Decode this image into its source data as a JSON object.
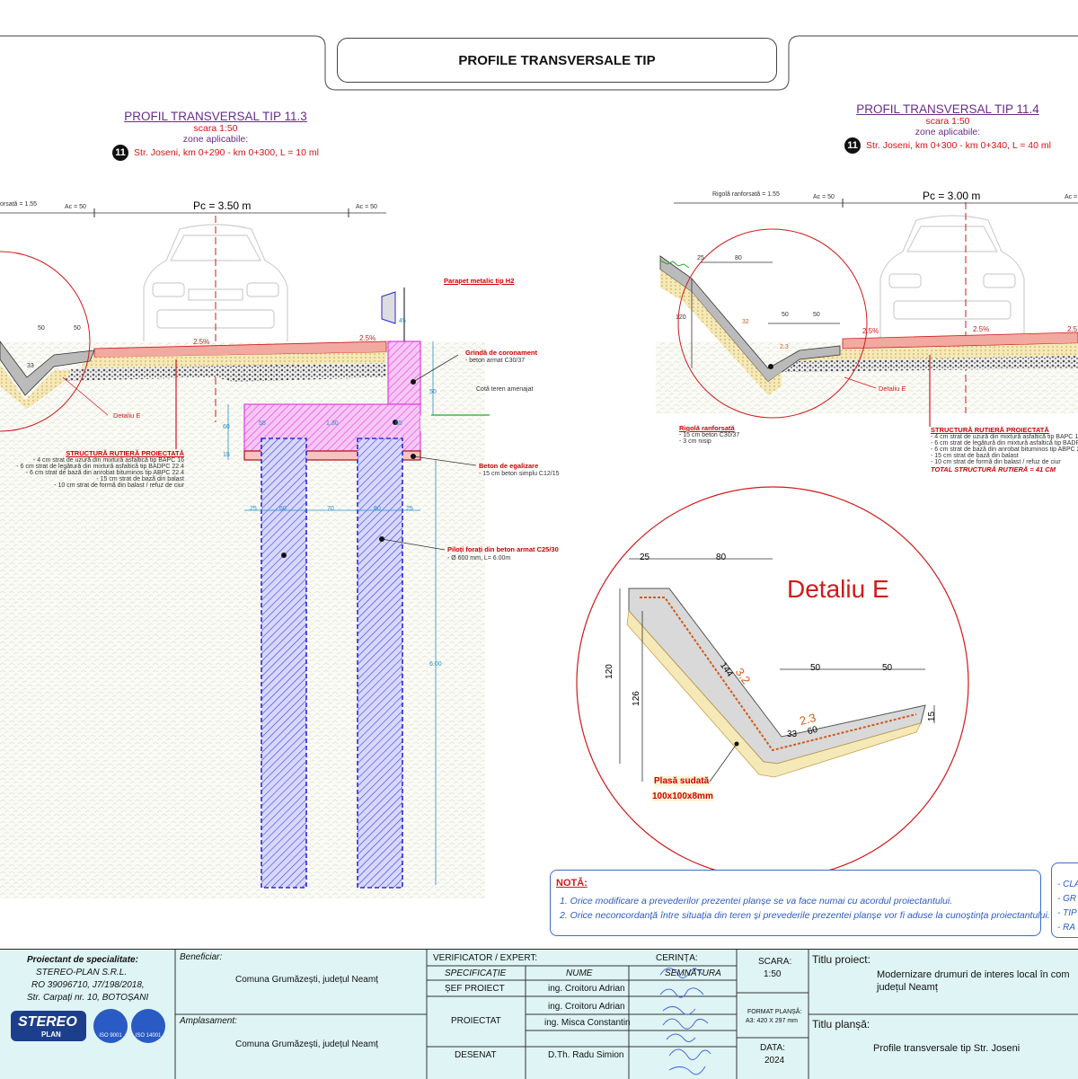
{
  "sheet_title": "PROFILE TRANSVERSALE TIP",
  "left_profile": {
    "title": "PROFIL TRANSVERSAL TIP 11.3",
    "scale": "scara 1:50",
    "zones_label": "zone aplicabile:",
    "marker": "11",
    "location": "Str. Joseni, km 0+290 - km 0+300, L = 10 ml",
    "pc_width": "Pc = 3.50 m",
    "ac_left": "Ac = 50",
    "ac_right": "Ac = 50",
    "rigola_partial": "orsată = 1.55",
    "slope_road": "2.5%",
    "slope_right": "2.5%",
    "dim_50a": "50",
    "dim_50b": "50",
    "dim_33": "33",
    "detail_ref": "Detaliu E",
    "parapet": "Parapet metalic tip H2",
    "grinda_title": "Grindă de coronament",
    "grinda_desc": "- beton armat C30/37",
    "cota_teren": "Cotă teren amenajat",
    "beton_egalizare_title": "Beton de egalizare",
    "beton_egalizare_desc": "- 15 cm beton simplu C12/15",
    "piloti_title": "Piloți forați din beton armat C25/30",
    "piloti_desc": "- Ø 600 mm, L= 6.00m",
    "dims_cap": [
      "55",
      "1.30",
      "65"
    ],
    "dims_side": [
      "60",
      "15",
      "50",
      "45",
      "6.00"
    ],
    "dims_bottom": [
      "25",
      "60",
      "70",
      "60",
      "25"
    ],
    "structura_title": "STRUCTURĂ RUTIERĂ PROIECTATĂ",
    "structura_layers": [
      "- 4 cm strat de uzură din mixtură asfaltică tip BAPC 16",
      "- 6 cm strat de legătură din mixtură asfaltică tip BADPC 22.4",
      "- 6 cm strat de bază din anrobat bituminos tip ABPC 22.4",
      "- 15 cm strat de bază din balast",
      "- 10 cm strat de formă din balast / refuz de ciur"
    ]
  },
  "right_profile": {
    "title": "PROFIL TRANSVERSAL TIP 11.4",
    "scale": "scara 1:50",
    "zones_label": "zone aplicabile:",
    "marker": "11",
    "location": "Str. Joseni, km 0+300 - km 0+340, L = 40 ml",
    "pc_width": "Pc = 3.00 m",
    "rigola_label": "Rigolă ranforsată = 1.55",
    "ac_left": "Ac = 50",
    "ac_right": "Ac =",
    "slope_road": "2.5%",
    "slope_left": "2.5%",
    "slope_top": "2.5",
    "dims": [
      "25",
      "80",
      "120",
      "50",
      "50",
      "32",
      "2.3"
    ],
    "detail_ref": "Detaliu E",
    "rigola_title": "Rigolă ranforsată",
    "rigola_layers": [
      "- 15 cm beton C30/37",
      "- 3 cm nisip"
    ],
    "structura_title": "STRUCTURĂ RUTIERĂ PROIECTATĂ",
    "structura_layers": [
      "- 4 cm strat de uzură din mixtură asfaltică tip BAPC 1",
      "- 6 cm strat de legătură din mixtură asfaltică tip BADP",
      "- 6 cm strat de bază din anrobat bituminos tip ABPC 2",
      "- 15 cm strat de bază din balast",
      "- 10 cm strat de formă din balast / refuz de ciur"
    ],
    "structura_total": "TOTAL STRUCTURĂ RUTIERĂ = 41 CM"
  },
  "detail_e": {
    "title": "Detaliu E",
    "dims": [
      "25",
      "80",
      "120",
      "126",
      "144",
      "50",
      "50",
      "33",
      "60",
      "15"
    ],
    "slope_a": "3.2",
    "slope_b": "2.3",
    "plasa_title": "Plasă sudată",
    "plasa_desc": "100x100x8mm"
  },
  "notes": {
    "title": "NOTĂ:",
    "items": [
      "1. Orice modificare a prevederilor prezentei planșe se va face numai cu acordul proiectantului.",
      "2. Orice neconcordanță între situația din teren și prevederile prezentei planșe vor fi aduse la cunoștința proiectantului."
    ],
    "side_items": [
      "- CLA",
      "- GR",
      "- TIP",
      "- RA"
    ]
  },
  "title_block": {
    "designer_label": "Proiectant de specialitate:",
    "designer_name": "STEREO-PLAN S.R.L.",
    "designer_reg": "RO 39096710, J7/198/2018,",
    "designer_addr": "Str. Carpați nr. 10, BOTOȘANI",
    "logo_text": "STEREO",
    "logo_sub": "PLAN",
    "iso1": "ISO 9001",
    "iso2": "ISO 14001",
    "beneficiar_label": "Beneficiar:",
    "beneficiar": "Comuna Grumăzești, județul Neamț",
    "amplasament_label": "Amplasament:",
    "amplasament": "Comuna Grumăzești, județul Neamț",
    "verificator": "VERIFICATOR / EXPERT:",
    "cerinta": "CERINȚA:",
    "col_spec": "SPECIFICAȚIE",
    "col_nume": "NUME",
    "col_semn": "SEMNĂTURA",
    "roles": [
      {
        "role": "ȘEF PROIECT",
        "name": "ing. Croitoru Adrian"
      },
      {
        "role": "PROIECTAT",
        "name": "ing. Croitoru Adrian"
      },
      {
        "role": "",
        "name": "ing. Misca Constantin"
      },
      {
        "role": "DESENAT",
        "name": "D.Th. Radu Simion"
      }
    ],
    "scara_label": "SCARA:",
    "scara": "1:50",
    "format_label": "FORMAT PLANȘĂ:",
    "format": "A3: 420 X 297 mm",
    "data_label": "DATA:",
    "data": "2024",
    "titlu_proiect_label": "Titlu proiect:",
    "titlu_proiect": "Modernizare drumuri de interes local în com",
    "titlu_proiect_2": "județul Neamț",
    "titlu_plansa_label": "Titlu planșă:",
    "titlu_plansa": "Profile transversale tip Str. Joseni"
  },
  "colors": {
    "red": "#d11a1a",
    "purple": "#6a2b8a",
    "blue_piles": "#2a2ad8",
    "magenta_beam": "#e23de0",
    "note_blue": "#2b5bc4",
    "titleblock_bg": "#dff4f4"
  }
}
